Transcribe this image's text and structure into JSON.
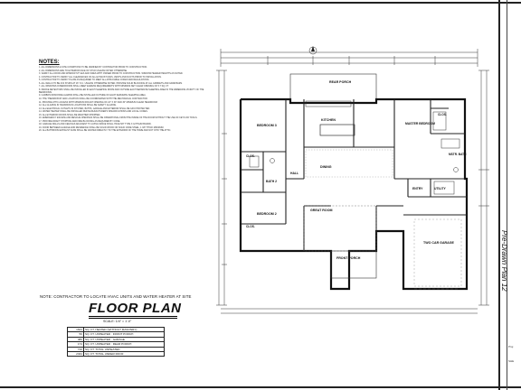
{
  "notes": {
    "title": "NOTES:",
    "items": [
      "1. ALL DIMENSIONS & SITE CONDITIONS TO BE VERIFIED BY CONTRACTOR PRIOR TO CONSTRUCTION.",
      "2. ALL DIMENSIONS ARE TO EXTERIOR FACE OF STUD UNLESS NOTED OTHERWISE.",
      "3. VERIFY ALL DOOR AND WINDOW STYLES AND SIZES WITH OWNER PRIOR TO CONSTRUCTION. WINDOW HEADER HEIGHTS AS NOTED.",
      "4. CONTRACTOR TO VERIFY ALL CLEARANCES OF ALL EXHAUST FANS, VENTS AND DUCTS PRIOR TO INSTALLATION.",
      "5. CONTRACTOR TO VERIFY PLANS AS REQUIRED TO MEET ALL APPLICABLE CODES AND REGULATIONS.",
      "6. ALL WALLS TO BE 2X4 STUDS AT 16\" O.C. UNLESS OTHERWISE NOTED. PROVIDE SOLID BLOCKING AT ALL CABINETS AND GRAB BARS.",
      "7. ALL WINDOWS IN BEDROOMS SHALL MEET EGRESS REQUIREMENTS WITH MINIMUM NET CLEAR OPENING OF 5.7 SQ. FT.",
      "8. SMOKE DETECTORS SHALL BE INSTALLED IN EACH SLEEPING ROOM AND OUTSIDE EACH SEPARATE SLEEPING AREA IN THE IMMEDIATE VICINITY OF THE BEDROOMS.",
      "9. CARBON MONOXIDE ALARMS SHALL BE INSTALLED OUTSIDE OF EACH SEPARATE SLEEPING AREA.",
      "10. THE THERMOSTAT AND LOCATION SHALL BE COORDINATED WITH THE MECHANICAL CONTRACTOR.",
      "11. PROVIDE ATTIC ACCESS WITH MINIMUM ROUGH OPENING OF 22\" X 30\" AND 30\" MINIMUM CLEAR HEADROOM.",
      "12. ALL GLAZING IN HAZARDOUS LOCATIONS SHALL BE SAFETY GLAZING.",
      "13. ALL ELECTRICAL OUTLETS IN KITCHEN, BATHS, GARAGE AND EXTERIOR SHALL BE GFCI PROTECTED.",
      "14. WATER HEATER SHALL BE INSTALLED PER MANUFACTURER'S SPECIFICATIONS AND LOCAL CODES.",
      "15. ALL EXTERIOR DOORS SHALL BE WEATHER STRIPPED.",
      "16. EMERGENCY ESCAPE AND RESCUE OPENINGS SHALL BE OPERATIONAL FROM THE INSIDE OF THE ROOM WITHOUT THE USE OF KEYS OR TOOLS.",
      "17. PROVIDE DRAFT STOPPING AND FIRE BLOCKING AS REQUIRED BY CODE.",
      "18. GARAGE WALLS AND CEILINGS ADJACENT TO LIVING SPACE SHALL HAVE 5/8\" TYPE X GYPSUM BOARD.",
      "19. DOOR BETWEEN GARAGE AND RESIDENCE SHALL BE SOLID WOOD OR SOLID CORE STEEL, 1 3/8\" THICK MINIMUM.",
      "20. ALL BATHROOM EXHAUST FANS SHALL BE VENTED DIRECTLY TO THE EXTERIOR OF THE HOME AND NOT INTO THE ATTIC."
    ]
  },
  "contractor_note": "NOTE: CONTRACTOR TO LOCATE HVAC UNITS AND WATER HEATER AT SITE",
  "floor_plan_title": "FLOOR PLAN",
  "scale": "SCALE: 1/4\" = 1'-0\"",
  "area_table": [
    {
      "sqft": "1624",
      "desc": "SQ. FT. HEATED (WITHOUT MASONRY)"
    },
    {
      "sqft": "56",
      "desc": "SQ. FT. UNHEATED : FRONT PORCH"
    },
    {
      "sqft": "480",
      "desc": "SQ. FT. UNHEATED : GARAGE"
    },
    {
      "sqft": "174",
      "desc": "SQ. FT. UNHEATED : REAR PORCH"
    },
    {
      "sqft": "710",
      "desc": "SQ. FT. TOTAL UNHEATED"
    },
    {
      "sqft": "2334",
      "desc": "SQ. FT. TOTAL UNDER ROOF"
    }
  ],
  "rooms": {
    "rear_porch": "REAR PORCH",
    "kitchen": "KITCHEN",
    "bedroom3": "BEDROOM 3",
    "master_bedroom": "MASTER BEDROOM",
    "clos1": "CLOS.",
    "clos2": "CLOS.",
    "clos3": "CLOS.",
    "mstr_bath": "MSTR. BATH",
    "hall": "HALL",
    "dining": "DINING",
    "bath2": "BATH 2",
    "entry": "ENTRY",
    "utility": "UTILITY",
    "great_room": "GREAT ROOM",
    "bedroom2": "BEDROOM 2",
    "two_car_garage": "TWO CAR GARAGE",
    "front_porch": "FRONT PORCH"
  },
  "title_block": {
    "vertical_text": "Pre-Drawn Plan 12",
    "label_1": "SHE",
    "label_2": "Proj"
  }
}
